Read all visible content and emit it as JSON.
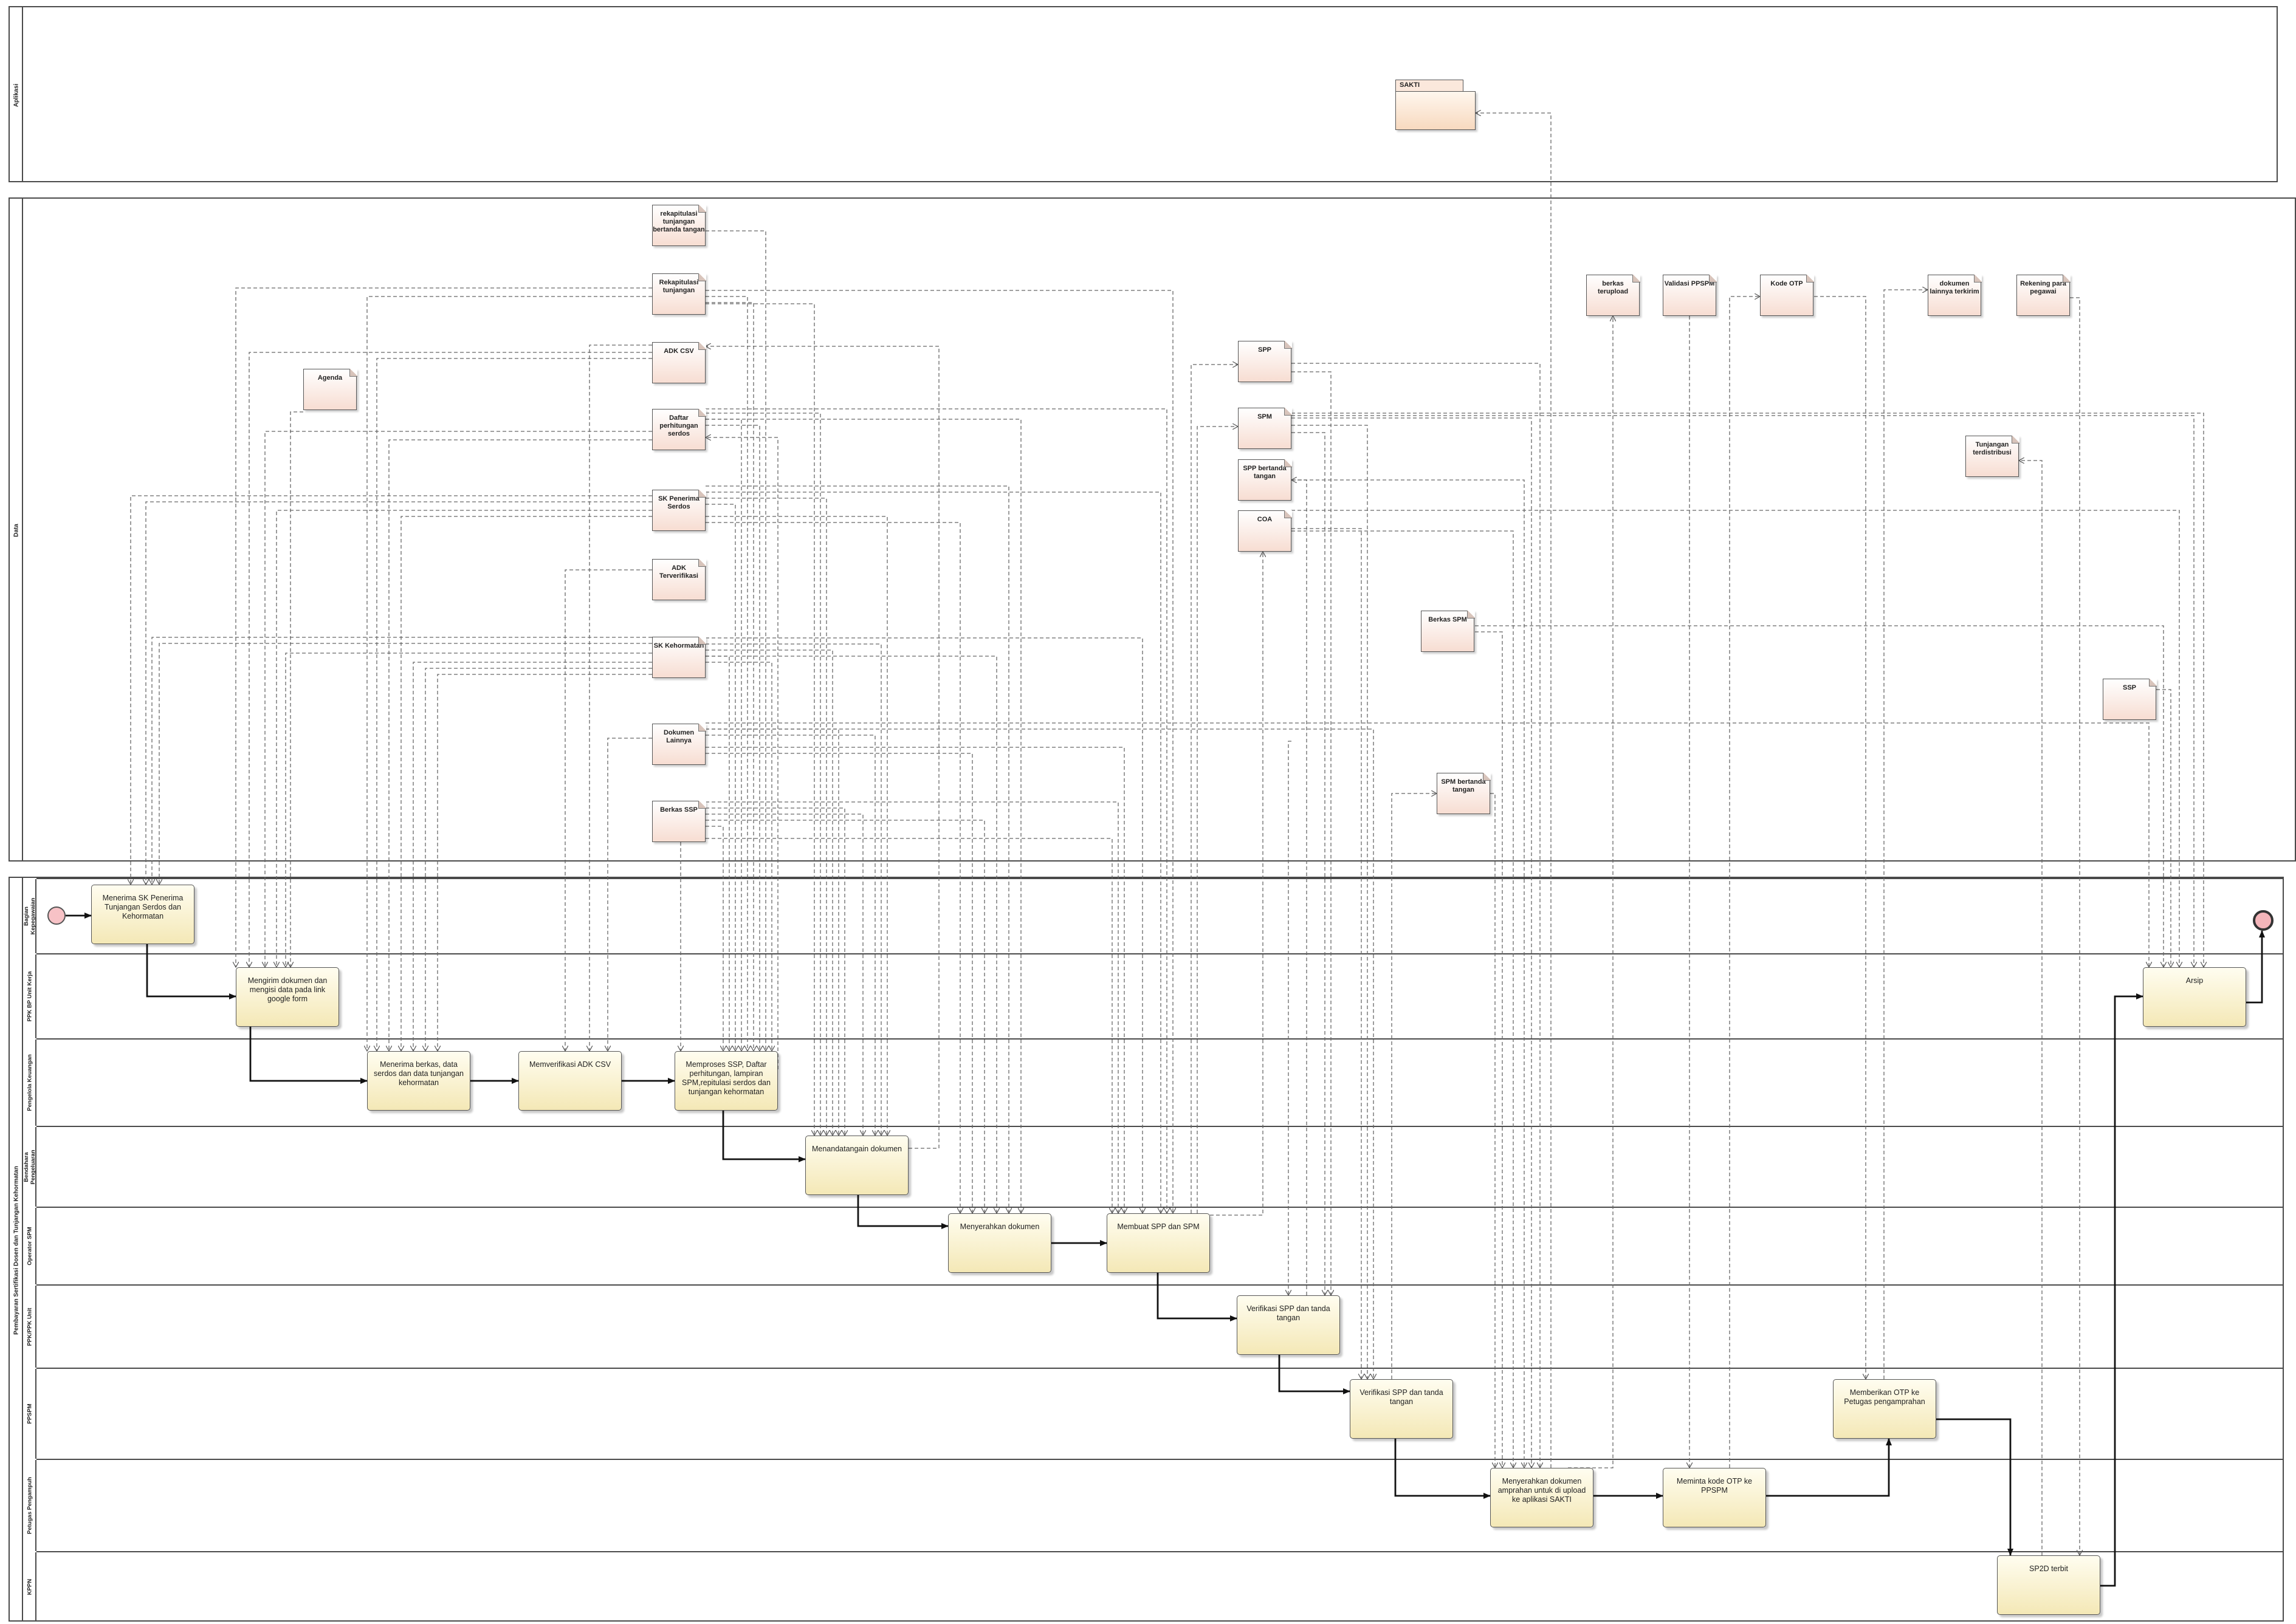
{
  "pools": {
    "aplikasi": "Aplikasi",
    "data": "Data",
    "process": "Pembayaran Sertifikasi Dosen dan Tunjangan Kehormatan"
  },
  "lanes": [
    "Bagian\nKepegawaian",
    "PPK BP Unit Kerja",
    "Pengelola Keuangan",
    "Bendahara\nPengeluaran",
    "Operator SPM",
    "PPK/PPK Unit",
    "PPSPM",
    "Petugas Pengampuh",
    "KPPN"
  ],
  "app": {
    "label": "SAKTI"
  },
  "data_objects": {
    "rekap_ttd": "rekapitulasi tunjangan bertanda tangan",
    "rekap": "Rekapitulasi tunjangan",
    "adk_csv": "ADK CSV",
    "agenda": "Agenda",
    "daftar": "Daftar perhitungan serdos",
    "sk_serdos": "SK Penerima Serdos",
    "adk_ver": "ADK Terverifikasi",
    "sk_kehormatan": "SK Kehormatan",
    "dok_lain": "Dokumen Lainnya",
    "berkas_ssp": "Berkas SSP",
    "spp": "SPP",
    "spm": "SPM",
    "spp_ttd": "SPP bertanda tangan",
    "coa": "COA",
    "berkas_spm": "Berkas SPM",
    "spm_ttd": "SPM bertanda tangan",
    "berkas_upload": "berkas terupload",
    "validasi": "Validasi PPSPM",
    "kode_otp": "Kode OTP",
    "dok_kirim": "dokumen lainnya terkirim",
    "rekening": "Rekening para pegawai",
    "tunj_dist": "Tunjangan terdistribusi",
    "ssp": "SSP"
  },
  "tasks": {
    "t1": "Menerima SK Penerima Tunjangan Serdos dan Kehormatan",
    "t2": "Mengirim dokumen dan mengisi data pada link google form",
    "t3": "Menerima berkas, data serdos dan data tunjangan kehormatan",
    "t4": "Memverifikasi ADK CSV",
    "t5": "Memproses SSP, Daftar perhitungan, lampiran SPM,repitulasi serdos dan tunjangan kehormatan",
    "t6": "Menandatangain dokumen",
    "t7": "Menyerahkan dokumen",
    "t8": "Membuat SPP dan SPM",
    "t9": "Verifikasi SPP dan tanda tangan",
    "t10": "Verifikasi SPP dan tanda tangan",
    "t11": "Menyerahkan dokumen amprahan untuk di upload ke aplikasi SAKTI",
    "t12": "Meminta kode OTP ke PPSPM",
    "t13": "Memberikan OTP ke Petugas pengamprahan",
    "t14": "SP2D terbit",
    "t15": "Arsip"
  }
}
